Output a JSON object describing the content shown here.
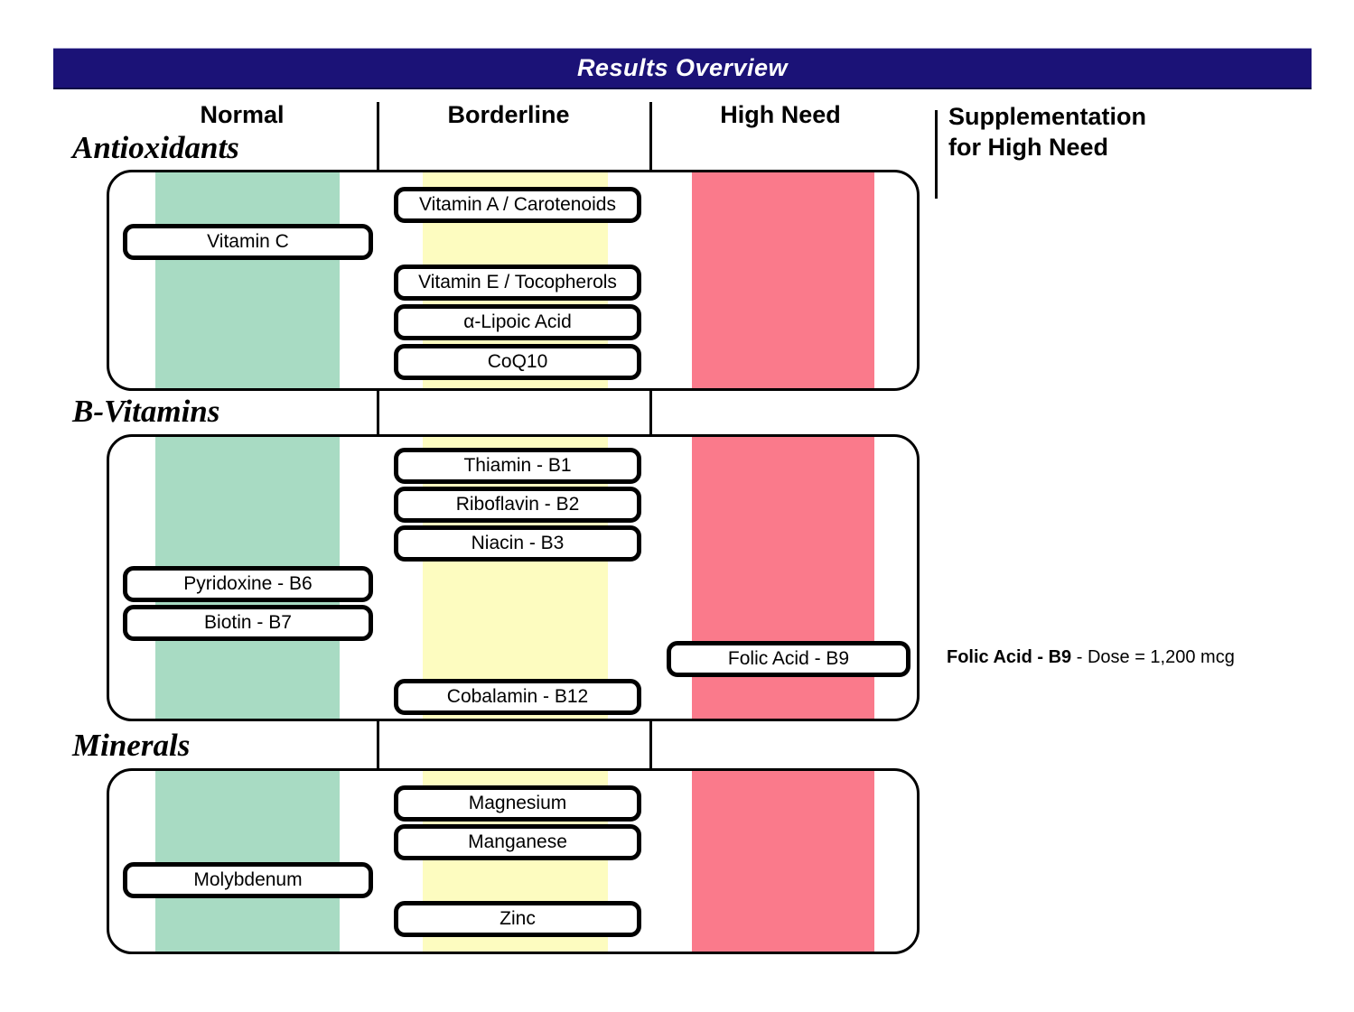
{
  "header": {
    "title": "Results Overview"
  },
  "columns": {
    "normal": "Normal",
    "borderline": "Borderline",
    "high": "High Need",
    "supplementation_line1": "Supplementation",
    "supplementation_line2": "for High Need"
  },
  "colors": {
    "header_bar": "#1b1277",
    "normal_band": "#a8dbc3",
    "borderline_band": "#fdfcc0",
    "high_need_band": "#fa7a8b",
    "pill_border": "#000000"
  },
  "sections": [
    {
      "name": "Antioxidants",
      "items": [
        {
          "label": "Vitamin A / Carotenoids",
          "column": "borderline"
        },
        {
          "label": "Vitamin C",
          "column": "normal"
        },
        {
          "label": "Vitamin E / Tocopherols",
          "column": "borderline"
        },
        {
          "label": "α-Lipoic Acid",
          "column": "borderline"
        },
        {
          "label": "CoQ10",
          "column": "borderline"
        }
      ]
    },
    {
      "name": "B-Vitamins",
      "items": [
        {
          "label": "Thiamin - B1",
          "column": "borderline"
        },
        {
          "label": "Riboflavin - B2",
          "column": "borderline"
        },
        {
          "label": "Niacin - B3",
          "column": "borderline"
        },
        {
          "label": "Pyridoxine - B6",
          "column": "normal"
        },
        {
          "label": "Biotin - B7",
          "column": "normal"
        },
        {
          "label": "Folic Acid - B9",
          "column": "high"
        },
        {
          "label": "Cobalamin - B12",
          "column": "borderline"
        }
      ]
    },
    {
      "name": "Minerals",
      "items": [
        {
          "label": "Magnesium",
          "column": "borderline"
        },
        {
          "label": "Manganese",
          "column": "borderline"
        },
        {
          "label": "Molybdenum",
          "column": "normal"
        },
        {
          "label": "Zinc",
          "column": "borderline"
        }
      ]
    }
  ],
  "supplementation_notes": [
    {
      "nutrient": "Folic Acid - B9",
      "detail": " - Dose = 1,200 mcg"
    }
  ]
}
